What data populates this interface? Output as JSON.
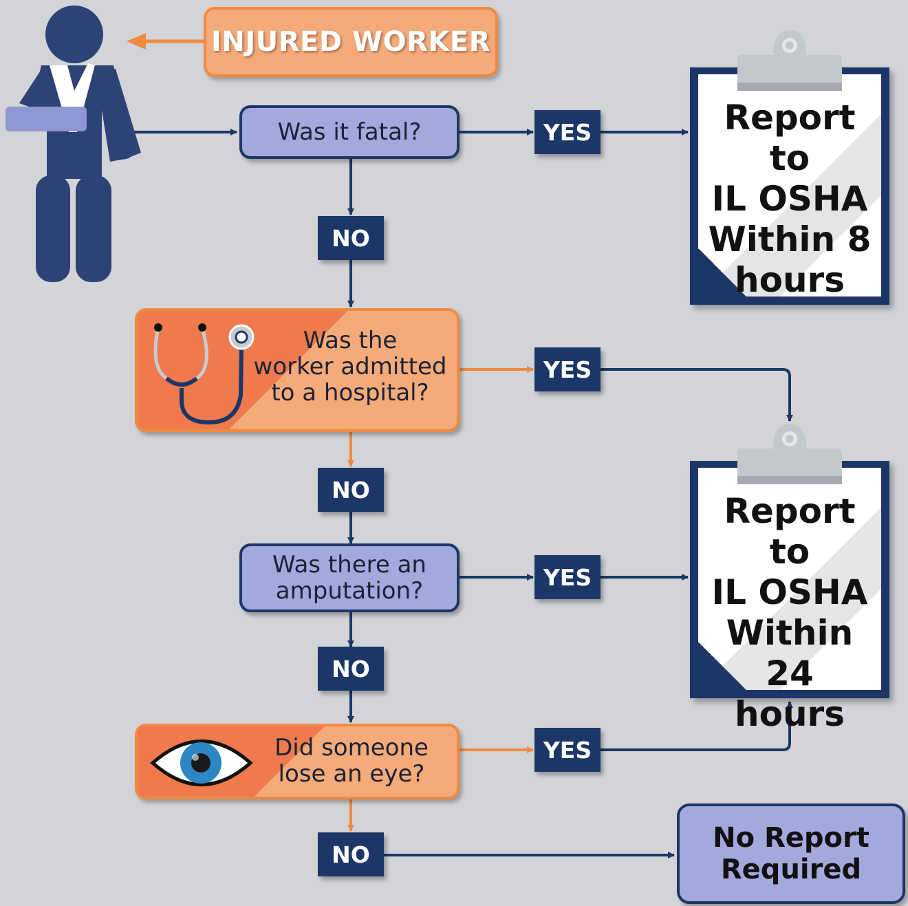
{
  "header": {
    "label": "INJURED WORKER"
  },
  "questions": {
    "fatal": "Was it fatal?",
    "hospital": [
      "Was the",
      "worker admitted",
      "to a hospital?"
    ],
    "amputation": [
      "Was there an",
      "amputation?"
    ],
    "eye": [
      "Did someone",
      "lose an eye?"
    ]
  },
  "answers": {
    "yes": "YES",
    "no": "NO"
  },
  "outcomes": {
    "report8": [
      "Report to",
      "IL OSHA",
      "Within 8",
      "hours"
    ],
    "report24": [
      "Report to",
      "IL OSHA",
      "Within 24",
      "hours"
    ],
    "none": [
      "No Report",
      "Required"
    ]
  },
  "colors": {
    "navy": "#1d3668",
    "orange": "#f08a3f",
    "light_orange": "#f5aa79",
    "lavender": "#a4a9dd",
    "background": "#d3d4d8"
  },
  "icons": [
    "worker-figure-icon",
    "stethoscope-icon",
    "eye-icon",
    "clipboard-icon"
  ]
}
